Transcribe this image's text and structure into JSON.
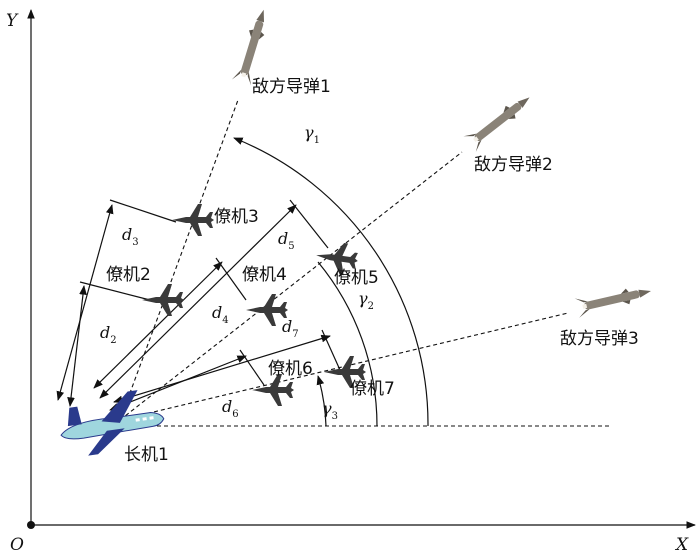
{
  "axes": {
    "origin": "O",
    "x": "X",
    "y": "Y"
  },
  "leader": {
    "label": "长机1"
  },
  "missiles": [
    {
      "label": "敌方导弹1"
    },
    {
      "label": "敌方导弹2"
    },
    {
      "label": "敌方导弹3"
    }
  ],
  "wingmen": [
    {
      "label": "僚机2"
    },
    {
      "label": "僚机3"
    },
    {
      "label": "僚机4"
    },
    {
      "label": "僚机5"
    },
    {
      "label": "僚机6"
    },
    {
      "label": "僚机7"
    }
  ],
  "distances": [
    {
      "sym": "d",
      "sub": "2"
    },
    {
      "sym": "d",
      "sub": "3"
    },
    {
      "sym": "d",
      "sub": "4"
    },
    {
      "sym": "d",
      "sub": "5"
    },
    {
      "sym": "d",
      "sub": "6"
    },
    {
      "sym": "d",
      "sub": "7"
    }
  ],
  "angles": [
    {
      "sym": "γ",
      "sub": "1"
    },
    {
      "sym": "γ",
      "sub": "2"
    },
    {
      "sym": "γ",
      "sub": "3"
    }
  ],
  "colors": {
    "leader_fill": "#9fd6de",
    "leader_accent": "#2a3a8c",
    "jet": "#3a3a3a",
    "missile": "#8a8378"
  }
}
